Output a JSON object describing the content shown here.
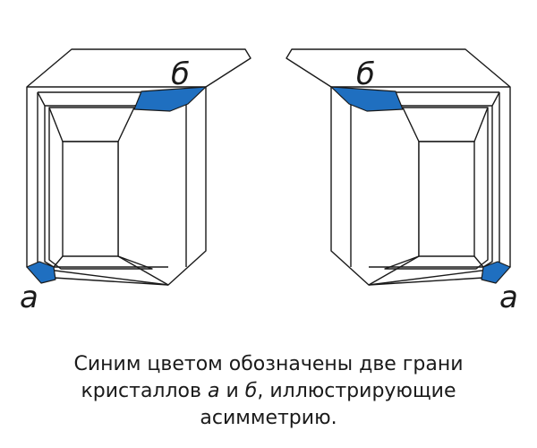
{
  "colors": {
    "highlight_face": "#1f6fc0",
    "outline": "#1a1a1a"
  },
  "labels": {
    "left_top": "б",
    "left_bottom": "а",
    "right_top": "б",
    "right_bottom": "а"
  },
  "caption": {
    "line1": "Синим цветом обозначены две грани",
    "line2_before": "кристаллов ",
    "line2_a": "а",
    "line2_middle": " и ",
    "line2_b": "б",
    "line2_after": ", иллюстрирующие",
    "line3": "асимметрию."
  }
}
